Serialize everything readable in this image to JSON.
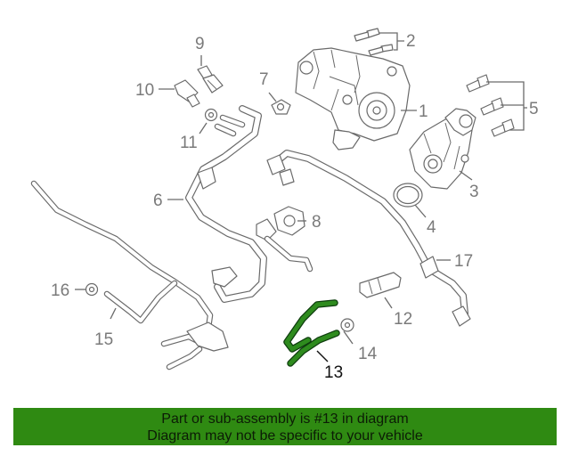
{
  "callouts": {
    "c1": "1",
    "c2": "2",
    "c3": "3",
    "c4": "4",
    "c5": "5",
    "c6": "6",
    "c7": "7",
    "c8": "8",
    "c9": "9",
    "c10": "10",
    "c11": "11",
    "c12": "12",
    "c13": "13",
    "c14": "14",
    "c15": "15",
    "c16": "16",
    "c17": "17"
  },
  "highlighted_part": "13",
  "colors": {
    "highlight": "#2e8b1e",
    "banner": "#2f8a12",
    "line_art": "#6a6a6a"
  },
  "banner": {
    "line1": "Part or sub-assembly is #13 in diagram",
    "line2": "Diagram may not be specific to your vehicle"
  }
}
